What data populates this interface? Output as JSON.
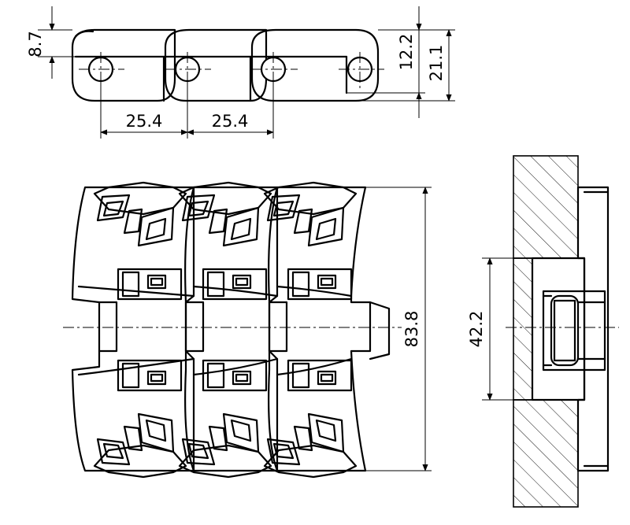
{
  "dimensions": {
    "side_height": "8.7",
    "link_height": "12.2",
    "overall_height": "21.1",
    "pitch_1": "25.4",
    "pitch_2": "25.4",
    "belt_width": "83.8",
    "guide_width": "42.2"
  }
}
